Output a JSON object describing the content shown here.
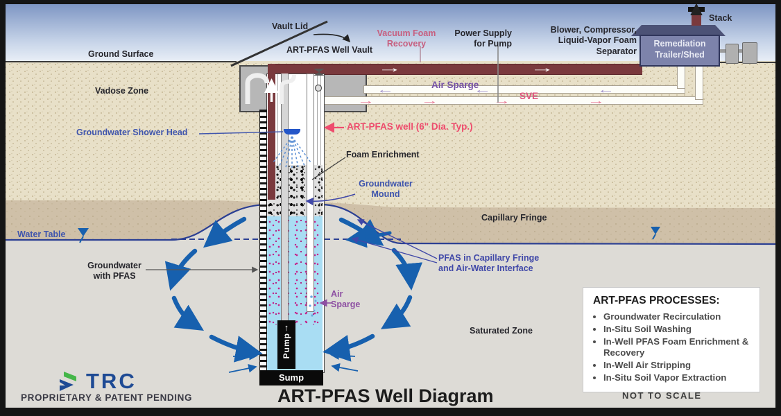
{
  "surface": {
    "ground_surface": "Ground Surface",
    "vadose_zone": "Vadose Zone",
    "vault_lid": "Vault Lid",
    "well_vault": "ART-PFAS Well Vault"
  },
  "equipment": {
    "vacuum_foam_recovery": "Vacuum Foam\nRecovery",
    "power_supply": "Power Supply\nfor Pump",
    "blower": "Blower, Compressor,\nLiquid-Vapor Foam\nSeparator",
    "shed": "Remediation\nTrailer/Shed",
    "stack": "Stack"
  },
  "pipes": {
    "air_sparge": "Air Sparge",
    "sve": "SVE"
  },
  "well": {
    "shower_head": "Groundwater Shower Head",
    "well_callout": "ART-PFAS well (6\" Dia. Typ.)",
    "foam_enrichment": "Foam Enrichment",
    "air_sparge": "Air\nSparge",
    "pump": "Pump",
    "sump": "Sump"
  },
  "groundwater": {
    "mound": "Groundwater\nMound",
    "capillary_fringe": "Capillary Fringe",
    "water_table": "Water Table",
    "gw_with_pfas": "Groundwater\nwith PFAS",
    "pfas_interface": "PFAS in Capillary Fringe\nand Air-Water Interface",
    "saturated_zone": "Saturated Zone"
  },
  "processes": {
    "title": "ART-PFAS PROCESSES:",
    "items": [
      "Groundwater Recirculation",
      "In-Situ Soil Washing",
      "In-Well PFAS Foam Enrichment & Recovery",
      "In-Well Air Stripping",
      "In-Situ Soil Vapor Extraction"
    ]
  },
  "footer": {
    "logo": "TRC",
    "proprietary": "PROPRIETARY & PATENT PENDING",
    "title": "ART-PFAS Well Diagram",
    "not_to_scale": "NOT TO SCALE"
  },
  "icons": {
    "right_arrow": "→",
    "left_arrow": "←",
    "up_arrow": "↑"
  },
  "colors": {
    "maroon_pipe": "#7a393d",
    "shed": "#7d83ab",
    "recirculation_arrow": "#1760ae",
    "well_water": "#a9ddf3",
    "pfas_dots": "#c4258c",
    "water_table_blue": "#2b3f93",
    "pink_label": "#ee4c6d",
    "purple_label": "#8d4fa2"
  }
}
